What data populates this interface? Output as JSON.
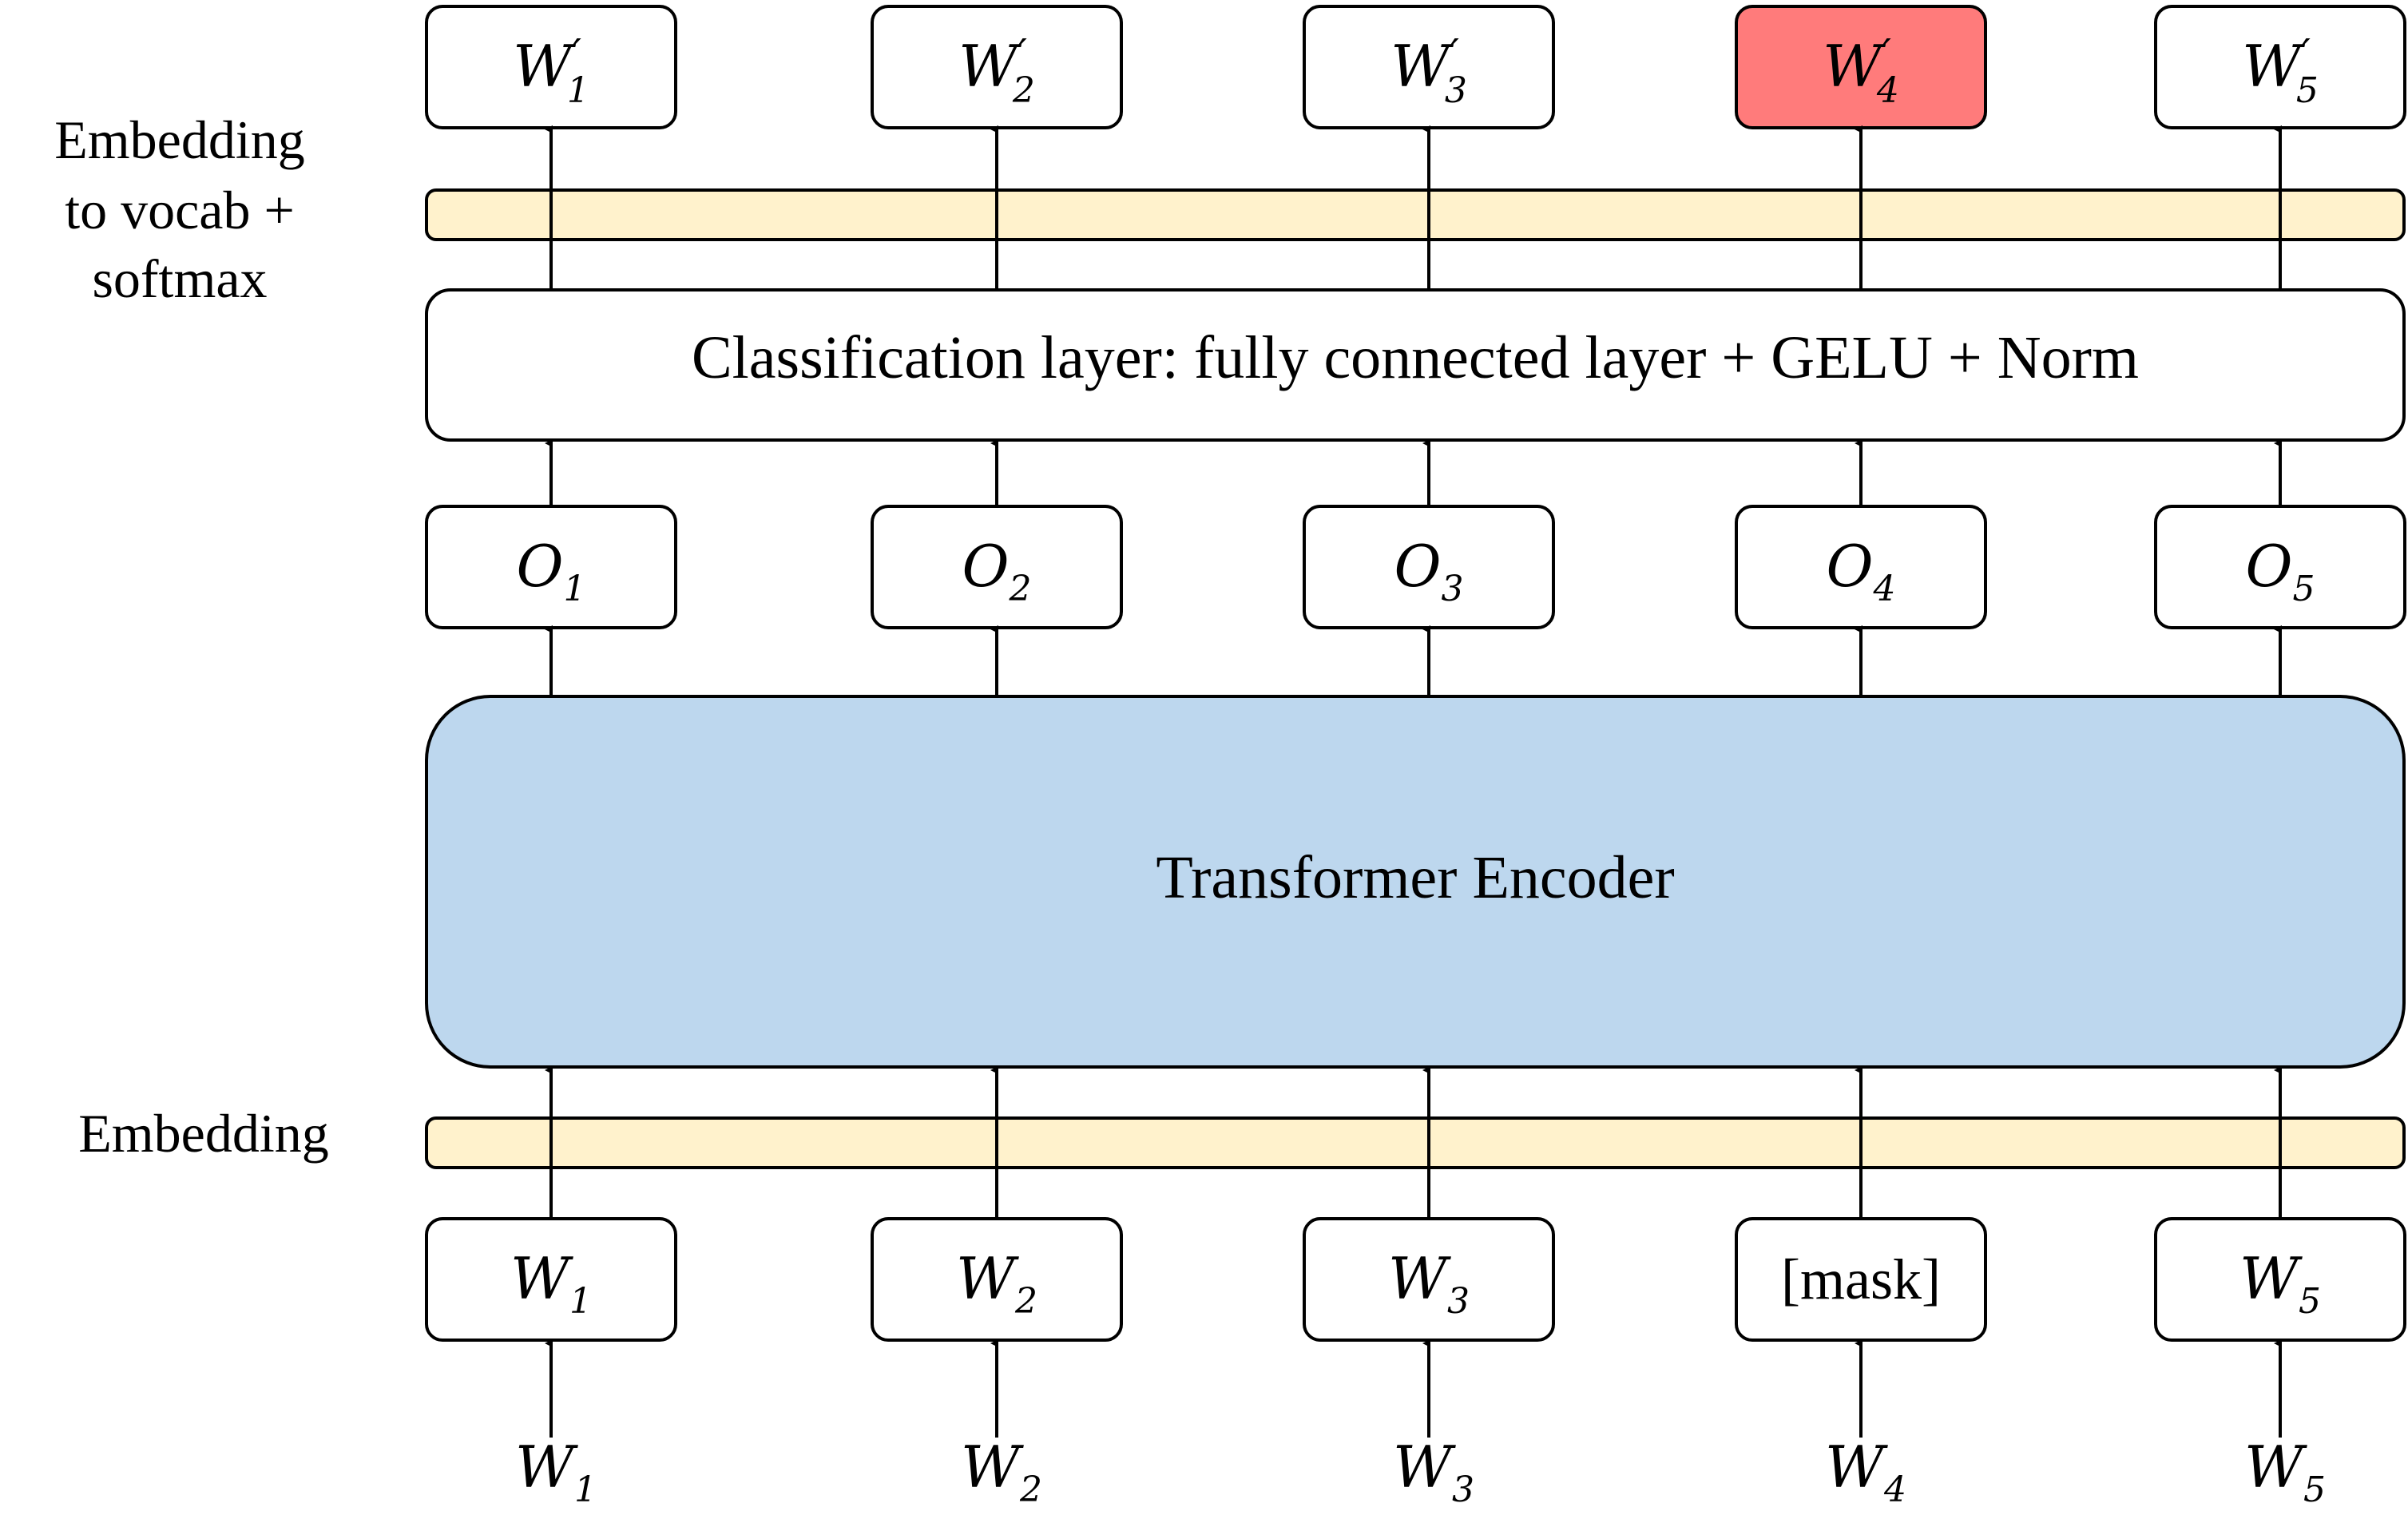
{
  "labels": {
    "top_band_line1": "Embedding",
    "top_band_line2": "to vocab +",
    "top_band_line3": "softmax",
    "bottom_band": "Embedding"
  },
  "classification_layer": "Classification layer: fully connected layer + GELU + Norm",
  "encoder": "Transformer Encoder",
  "predictions": [
    {
      "base": "W",
      "prime": "′",
      "sub": "1"
    },
    {
      "base": "W",
      "prime": "′",
      "sub": "2"
    },
    {
      "base": "W",
      "prime": "′",
      "sub": "3"
    },
    {
      "base": "W",
      "prime": "′",
      "sub": "4"
    },
    {
      "base": "W",
      "prime": "′",
      "sub": "5"
    }
  ],
  "outputs": [
    {
      "base": "O",
      "sub": "1"
    },
    {
      "base": "O",
      "sub": "2"
    },
    {
      "base": "O",
      "sub": "3"
    },
    {
      "base": "O",
      "sub": "4"
    },
    {
      "base": "O",
      "sub": "5"
    }
  ],
  "masked_inputs": [
    {
      "base": "W",
      "sub": "1"
    },
    {
      "base": "W",
      "sub": "2"
    },
    {
      "base": "W",
      "sub": "3"
    },
    {
      "text": "[mask]"
    },
    {
      "base": "W",
      "sub": "5"
    }
  ],
  "inputs": [
    {
      "base": "W",
      "sub": "1"
    },
    {
      "base": "W",
      "sub": "2"
    },
    {
      "base": "W",
      "sub": "3"
    },
    {
      "base": "W",
      "sub": "4"
    },
    {
      "base": "W",
      "sub": "5"
    }
  ],
  "colors": {
    "highlight": "#ff7b7b",
    "band": "#fff2cc",
    "encoder": "#bdd7ee"
  }
}
